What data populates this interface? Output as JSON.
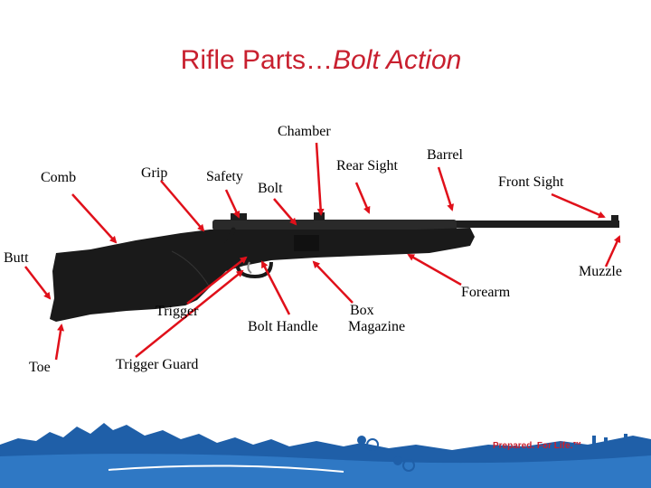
{
  "slide": {
    "title_main": "Rifle Parts…",
    "title_sub": "Bolt Action"
  },
  "labels": {
    "chamber": "Chamber",
    "comb": "Comb",
    "grip": "Grip",
    "safety": "Safety",
    "bolt": "Bolt",
    "rear_sight": "Rear Sight",
    "barrel": "Barrel",
    "front_sight": "Front Sight",
    "butt": "Butt",
    "muzzle": "Muzzle",
    "forearm": "Forearm",
    "trigger": "Trigger",
    "bolt_handle": "Bolt Handle",
    "box_line1": "Box",
    "box_line2": "Magazine",
    "toe": "Toe",
    "trigger_guard": "Trigger Guard"
  },
  "footer": {
    "slogan": "Prepared. For Life.™"
  },
  "colors": {
    "title": "#c8202f",
    "arrow": "#e0101a",
    "rifle": "#1e1e1e",
    "footer_blue": "#1f5fa8"
  }
}
